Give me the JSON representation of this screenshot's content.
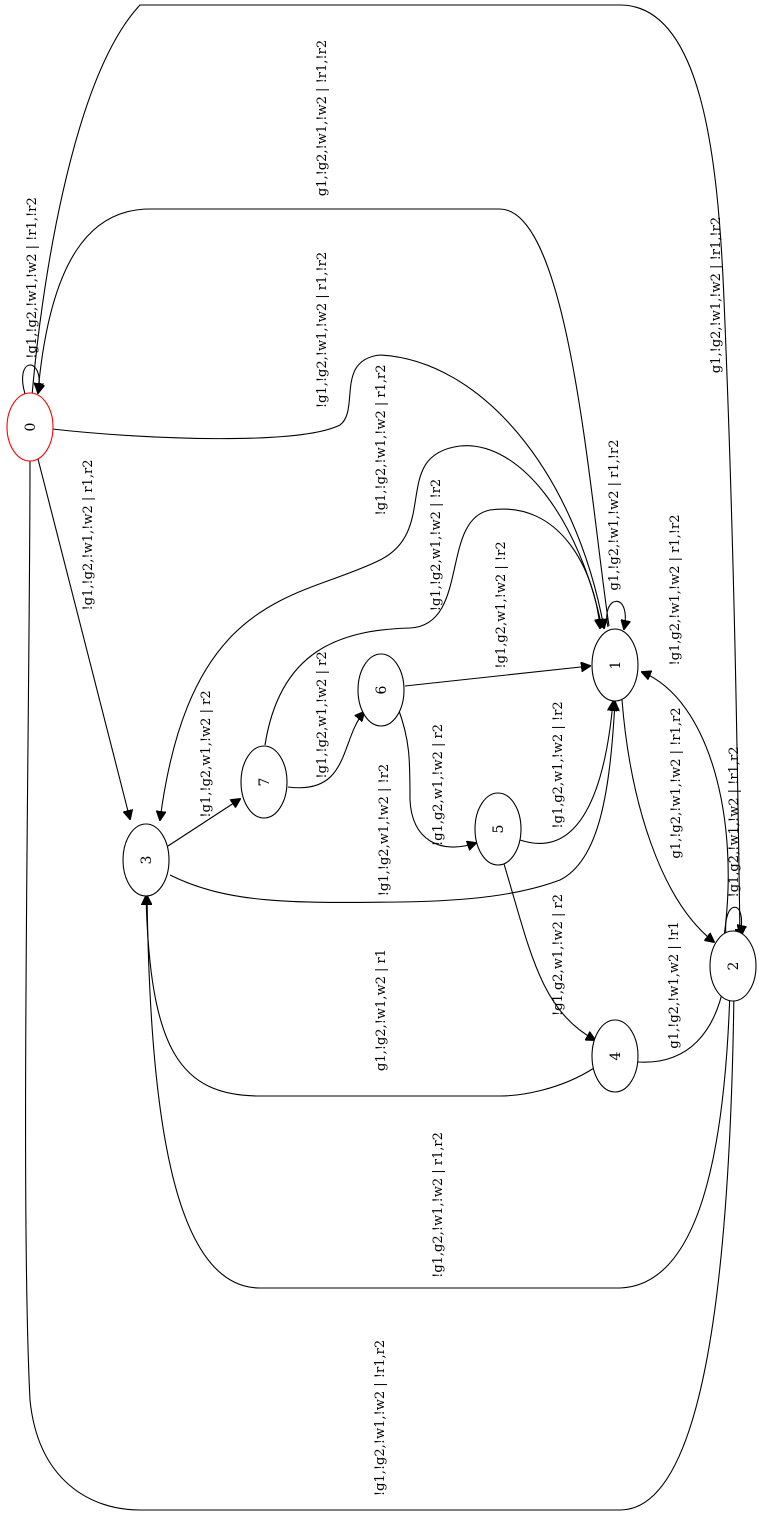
{
  "graph": {
    "initial_color": "#ff0000",
    "nodes": [
      {
        "id": "0",
        "label": "0",
        "initial": true
      },
      {
        "id": "1",
        "label": "1"
      },
      {
        "id": "2",
        "label": "2"
      },
      {
        "id": "3",
        "label": "3"
      },
      {
        "id": "4",
        "label": "4"
      },
      {
        "id": "5",
        "label": "5"
      },
      {
        "id": "6",
        "label": "6"
      },
      {
        "id": "7",
        "label": "7"
      }
    ],
    "edges": [
      {
        "id": "e00",
        "from": "0",
        "to": "0",
        "label": "!g1,!g2,!w1,!w2 | !r1,!r2"
      },
      {
        "id": "e02a",
        "from": "0",
        "to": "2",
        "label": "g1,!g2,!w1,!w2 | !r1,!r2"
      },
      {
        "id": "e01a",
        "from": "1",
        "to": "0",
        "label": "g1,!g2,!w1,!w2 | !r1,!r2"
      },
      {
        "id": "e01b",
        "from": "0",
        "to": "1",
        "label": "!g1,!g2,!w1,!w2 | r1,!r2"
      },
      {
        "id": "e03",
        "from": "0",
        "to": "3",
        "label": "!g1,!g2,!w1,!w2 | r1,r2"
      },
      {
        "id": "e13",
        "from": "1",
        "to": "3",
        "label": "!g1,!g2,!w1,!w2 | r1,r2"
      },
      {
        "id": "e71",
        "from": "7",
        "to": "1",
        "label": "!g1,!g2,w1,!w2 | !r2"
      },
      {
        "id": "e11",
        "from": "1",
        "to": "1",
        "label": "g1,!g2,!w1,!w2 | r1,!r2"
      },
      {
        "id": "e21",
        "from": "2",
        "to": "1",
        "label": "!g1,g2,!w1,!w2 | r1,!r2"
      },
      {
        "id": "e61",
        "from": "6",
        "to": "1",
        "label": "!g1,g2,w1,!w2 | !r2"
      },
      {
        "id": "e37",
        "from": "3",
        "to": "7",
        "label": "!g1,!g2,w1,!w2 | r2"
      },
      {
        "id": "e76",
        "from": "7",
        "to": "6",
        "label": "!g1,!g2,w1,!w2 | r2"
      },
      {
        "id": "e12",
        "from": "1",
        "to": "2",
        "label": "g1,!g2,!w1,!w2 | !r1,r2"
      },
      {
        "id": "e65",
        "from": "6",
        "to": "5",
        "label": "!g1,g2,w1,!w2 | r2"
      },
      {
        "id": "e51",
        "from": "5",
        "to": "1",
        "label": "!g1,g2,w1,!w2 | !r2"
      },
      {
        "id": "e31",
        "from": "3",
        "to": "1",
        "label": "!g1,!g2,w1,!w2 | !r2"
      },
      {
        "id": "e22",
        "from": "2",
        "to": "2",
        "label": "!g1,g2,!w1,!w2 | !r1,r2"
      },
      {
        "id": "e54",
        "from": "5",
        "to": "4",
        "label": "!g1,g2,w1,!w2 | r2"
      },
      {
        "id": "e43",
        "from": "4",
        "to": "3",
        "label": "g1,!g2,!w1,w2 | r1"
      },
      {
        "id": "e42",
        "from": "4",
        "to": "2",
        "label": "g1,!g2,!w1,w2 | !r1"
      },
      {
        "id": "e23",
        "from": "2",
        "to": "3",
        "label": "!g1,g2,!w1,!w2 | r1,r2"
      },
      {
        "id": "e02b",
        "from": "0",
        "to": "2",
        "label": "!g1,!g2,!w1,!w2 | !r1,r2"
      }
    ]
  }
}
